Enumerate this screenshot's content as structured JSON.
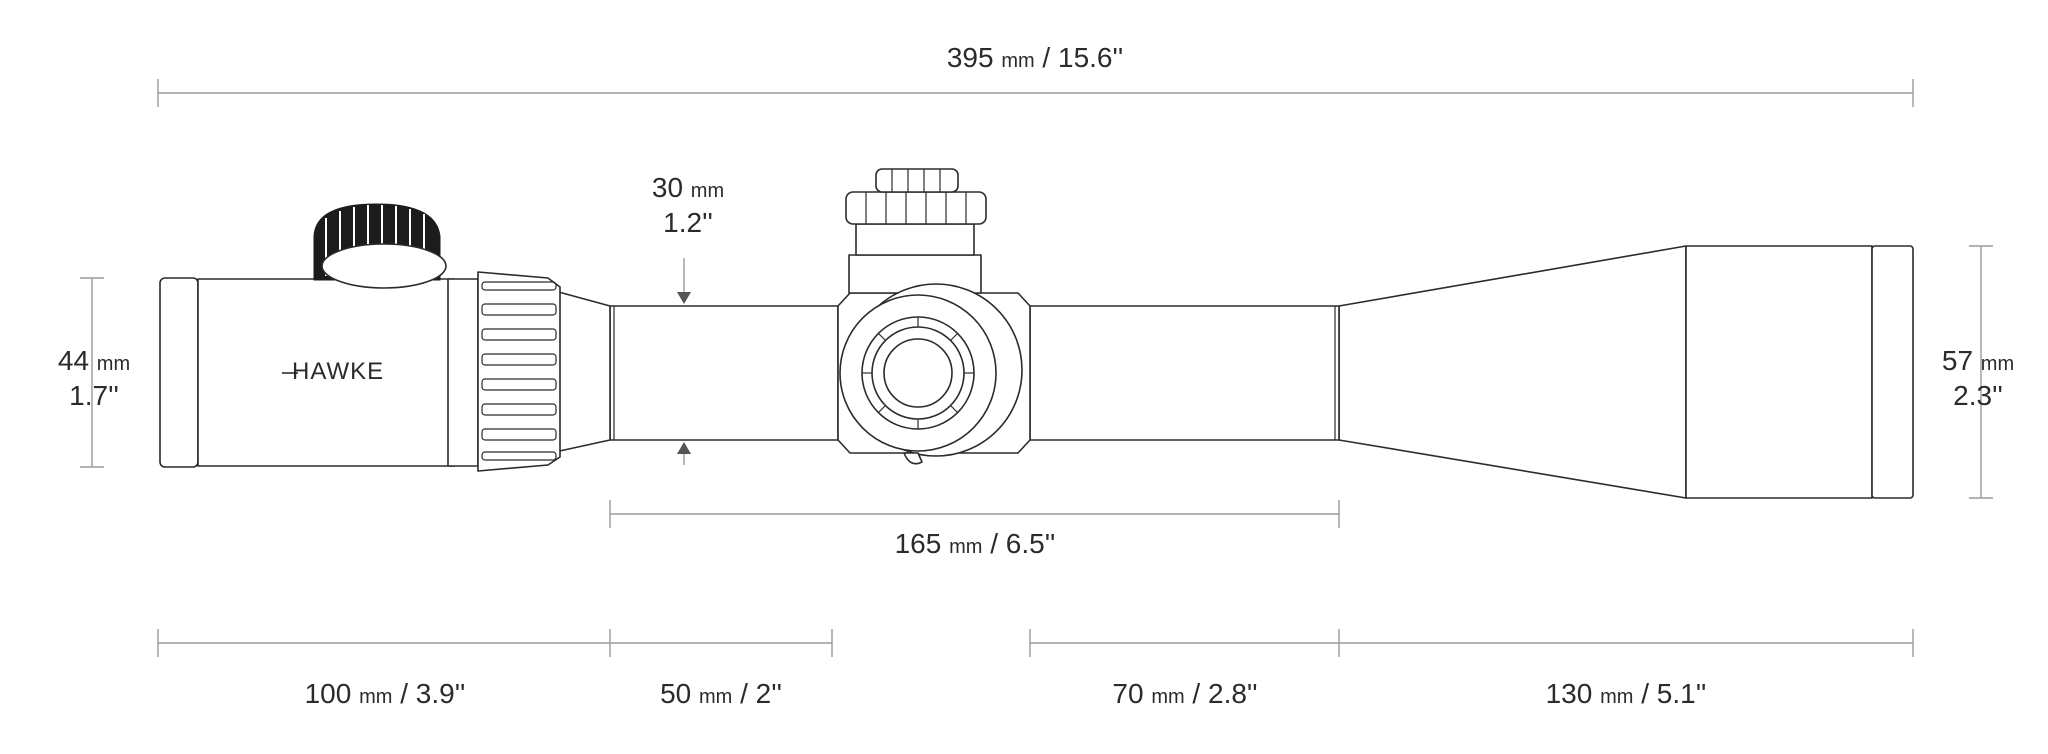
{
  "brand": "HAWKE",
  "dimensions": {
    "overall_length": {
      "mm": "395",
      "unit": "mm",
      "sep": " / ",
      "inch": "15.6''"
    },
    "tube_diameter": {
      "mm": "30",
      "unit": "mm",
      "inch": "1.2''"
    },
    "eyepiece_diameter": {
      "mm": "44",
      "unit": "mm",
      "inch": "1.7''"
    },
    "objective_diameter": {
      "mm": "57",
      "unit": "mm",
      "inch": "2.3''"
    },
    "mounting_length": {
      "mm": "165",
      "unit": "mm",
      "sep": " / ",
      "inch": "6.5''"
    },
    "eyepiece_section": {
      "mm": "100",
      "unit": "mm",
      "sep": " / ",
      "inch": "3.9''"
    },
    "front_tube_section": {
      "mm": "50",
      "unit": "mm",
      "sep": " / ",
      "inch": "2''"
    },
    "rear_tube_section": {
      "mm": "70",
      "unit": "mm",
      "sep": " / ",
      "inch": "2.8''"
    },
    "objective_section": {
      "mm": "130",
      "unit": "mm",
      "sep": " / ",
      "inch": "5.1''"
    }
  }
}
